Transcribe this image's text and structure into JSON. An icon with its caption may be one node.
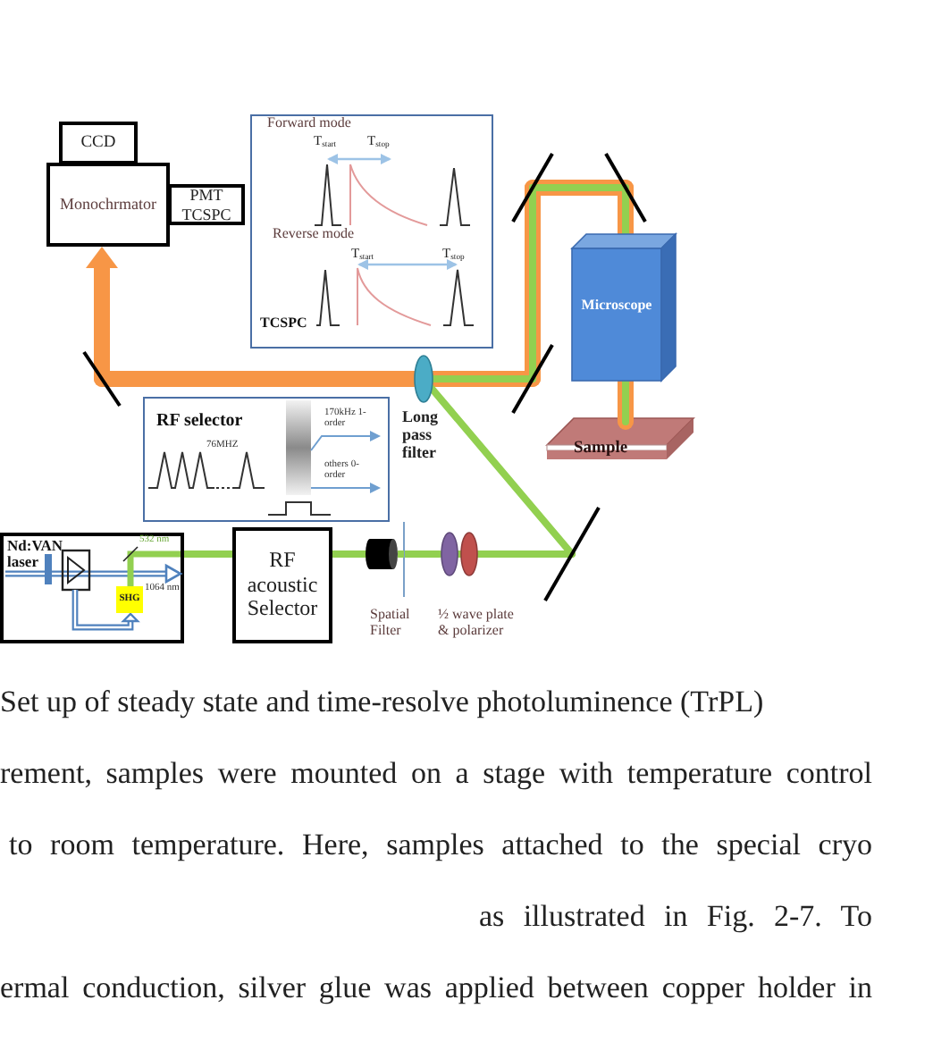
{
  "diagram": {
    "caption": "Set up of steady state and time-resolve photoluminence (TrPL)",
    "nodes": [
      {
        "text": [
          "CCD"
        ]
      },
      {
        "text": [
          "Monochrmator"
        ]
      },
      {
        "text": [
          "PMT TCSPC"
        ]
      },
      {
        "text": [
          "Forward mode",
          "T$_{start}$",
          "T$_{stop}$",
          "Reverse mode",
          "T$_{start}$",
          "T$_{stop}$",
          "TCSPC"
        ]
      },
      {
        "text": [],
        "shape": "mirror"
      },
      {
        "text": [],
        "shape": "mirror"
      },
      {
        "text": [
          "Microscope"
        ]
      },
      {
        "text": [],
        "shape": "mirror"
      },
      {
        "text": [],
        "shape": "mirror"
      },
      {
        "text": [],
        "shape": "ellipse",
        "beside": [
          "Long pass filter"
        ]
      },
      {
        "text": [
          "Sample"
        ]
      },
      {
        "text": [
          "RF selector",
          "76MHZ",
          "170kHz 1-order",
          "others 0-order"
        ]
      },
      {
        "text": [
          "Nd:VAN laser",
          "532 nm",
          "1064 nm"
        ]
      },
      {
        "text": [
          "SHG"
        ],
        "in": 12
      },
      {
        "text": [
          "RF acoustic Selector"
        ]
      },
      {
        "text": [],
        "shape": "cylinder",
        "beside": [
          "Spatial Filter"
        ]
      },
      {
        "text": [],
        "shape": "ellipse",
        "beside": [
          "½ wave plate & polarizer"
        ]
      },
      {
        "text": [],
        "shape": "mirror"
      }
    ],
    "edges": [
      {
        "from": 12,
        "to": 14,
        "arrow": "none"
      },
      {
        "from": 14,
        "to": 15,
        "arrow": "none"
      },
      {
        "from": 15,
        "to": 16,
        "arrow": "none"
      },
      {
        "from": 16,
        "to": 17,
        "arrow": "none"
      },
      {
        "from": 17,
        "to": 9,
        "arrow": "none"
      },
      {
        "from": 9,
        "to": 8,
        "arrow": "none"
      },
      {
        "from": 8,
        "to": 4,
        "arrow": "none"
      },
      {
        "from": 4,
        "to": 5,
        "arrow": "none"
      },
      {
        "from": 5,
        "to": 6,
        "arrow": "none"
      },
      {
        "from": 6,
        "to": 10,
        "arrow": "none"
      },
      {
        "from": 10,
        "to": 6,
        "arrow": "none",
        "style": "thick",
        "color": "#f79646"
      },
      {
        "from": 6,
        "to": 5,
        "arrow": "none",
        "style": "thick",
        "color": "#f79646"
      },
      {
        "from": 5,
        "to": 4,
        "arrow": "none",
        "style": "thick",
        "color": "#f79646"
      },
      {
        "from": 4,
        "to": 8,
        "arrow": "none",
        "style": "thick",
        "color": "#f79646"
      },
      {
        "from": 8,
        "to": 9,
        "arrow": "none",
        "style": "thick",
        "color": "#f79646"
      },
      {
        "from": 9,
        "to": 7,
        "arrow": "none",
        "style": "thick",
        "color": "#f79646"
      },
      {
        "from": 7,
        "to": 1,
        "arrow": "to",
        "style": "thick",
        "color": "#f79646"
      }
    ],
    "labels": [
      "rement, samples were mounted on a stage with temperature control",
      "to room temperature. Here, samples attached to the special cryo",
      "as illustrated in Fig. 2-7. To",
      "ermal conduction, silver glue was applied between copper holder in"
    ]
  }
}
